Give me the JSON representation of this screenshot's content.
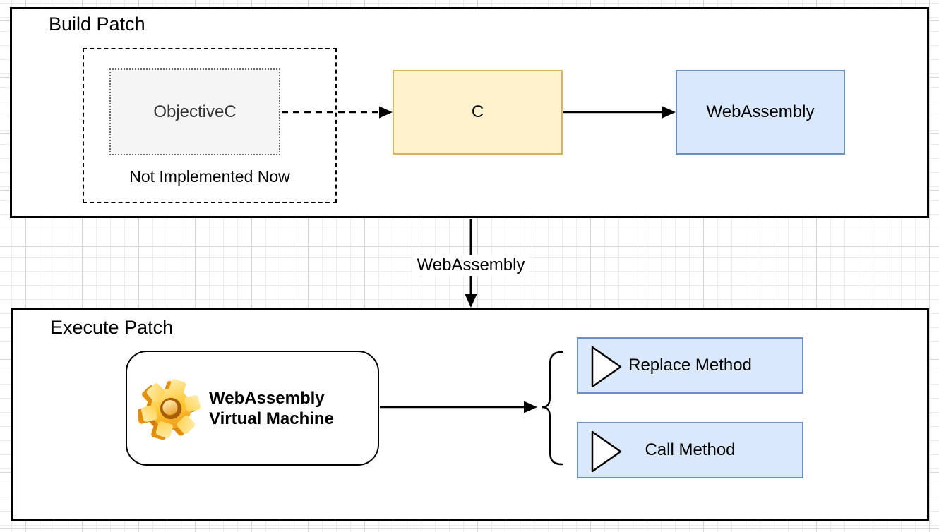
{
  "colors": {
    "canvas_grid_minor": "#ededed",
    "canvas_grid_major": "#d6d6d6",
    "container_border": "#000000",
    "objectivec_fill": "#f5f5f5",
    "c_box_fill": "#FFF2CC",
    "c_box_border": "#D6B656",
    "blue_fill": "#DAE8FC",
    "blue_border": "#6C8EBF",
    "gear_orange": "#F5A623"
  },
  "build_patch": {
    "title": "Build Patch",
    "objectivec_label": "ObjectiveC",
    "caption": "Not Implemented Now",
    "c_label": "C",
    "webassembly_label": "WebAssembly"
  },
  "transfer": {
    "label": "WebAssembly"
  },
  "execute_patch": {
    "title": "Execute Patch",
    "vm_label_line1": "WebAssembly",
    "vm_label_line2": "Virtual Machine",
    "methods": [
      {
        "label": "Replace Method"
      },
      {
        "label": "Call Method"
      }
    ]
  }
}
